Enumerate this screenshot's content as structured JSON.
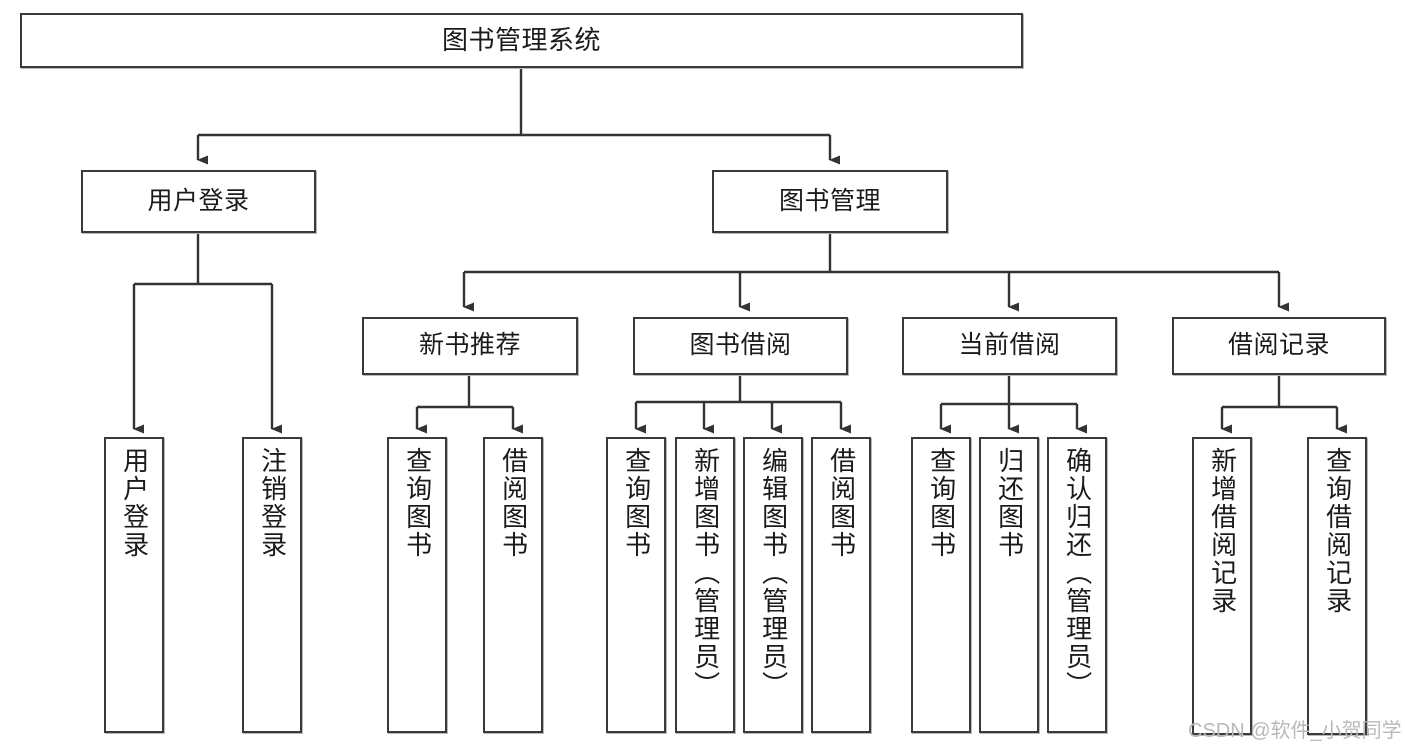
{
  "diagram": {
    "type": "tree",
    "title": "图书管理系统",
    "root": {
      "id": "root",
      "label": "图书管理系统",
      "orientation": "horizontal"
    },
    "level2": [
      {
        "id": "user-login",
        "label": "用户登录",
        "orientation": "horizontal"
      },
      {
        "id": "book-manage",
        "label": "图书管理",
        "orientation": "horizontal"
      }
    ],
    "level3": [
      {
        "id": "new-book-recommend",
        "label": "新书推荐",
        "orientation": "horizontal",
        "parent": "book-manage"
      },
      {
        "id": "book-borrow",
        "label": "图书借阅",
        "orientation": "horizontal",
        "parent": "book-manage"
      },
      {
        "id": "current-borrow",
        "label": "当前借阅",
        "orientation": "horizontal",
        "parent": "book-manage"
      },
      {
        "id": "borrow-record",
        "label": "借阅记录",
        "orientation": "horizontal",
        "parent": "book-manage"
      }
    ],
    "leaves": [
      {
        "id": "leaf-user-login",
        "label": "用户登录",
        "parent": "user-login"
      },
      {
        "id": "leaf-logout-login",
        "label": "注销登录",
        "parent": "user-login"
      },
      {
        "id": "leaf-query-book-1",
        "label": "查询图书",
        "parent": "new-book-recommend"
      },
      {
        "id": "leaf-borrow-book-1",
        "label": "借阅图书",
        "parent": "new-book-recommend"
      },
      {
        "id": "leaf-query-book-2",
        "label": "查询图书",
        "parent": "book-borrow"
      },
      {
        "id": "leaf-add-book-admin",
        "label": "新增图书（管理员）",
        "parent": "book-borrow"
      },
      {
        "id": "leaf-edit-book-admin",
        "label": "编辑图书（管理员）",
        "parent": "book-borrow"
      },
      {
        "id": "leaf-borrow-book-2",
        "label": "借阅图书",
        "parent": "book-borrow"
      },
      {
        "id": "leaf-query-book-3",
        "label": "查询图书",
        "parent": "current-borrow"
      },
      {
        "id": "leaf-return-book",
        "label": "归还图书",
        "parent": "current-borrow"
      },
      {
        "id": "leaf-confirm-return-admin",
        "label": "确认归还（管理员）",
        "parent": "current-borrow"
      },
      {
        "id": "leaf-add-borrow-record",
        "label": "新增借阅记录",
        "parent": "borrow-record"
      },
      {
        "id": "leaf-query-borrow-record",
        "label": "查询借阅记录",
        "parent": "borrow-record"
      }
    ]
  },
  "watermark": {
    "text": "CSDN @软件_小贺同学"
  },
  "colors": {
    "box_border": "#3a3a3a",
    "box_fill": "#ffffff",
    "connector": "#333333",
    "text": "#1b1b1b",
    "watermark": "#b9b9b9",
    "background": "#ffffff"
  }
}
